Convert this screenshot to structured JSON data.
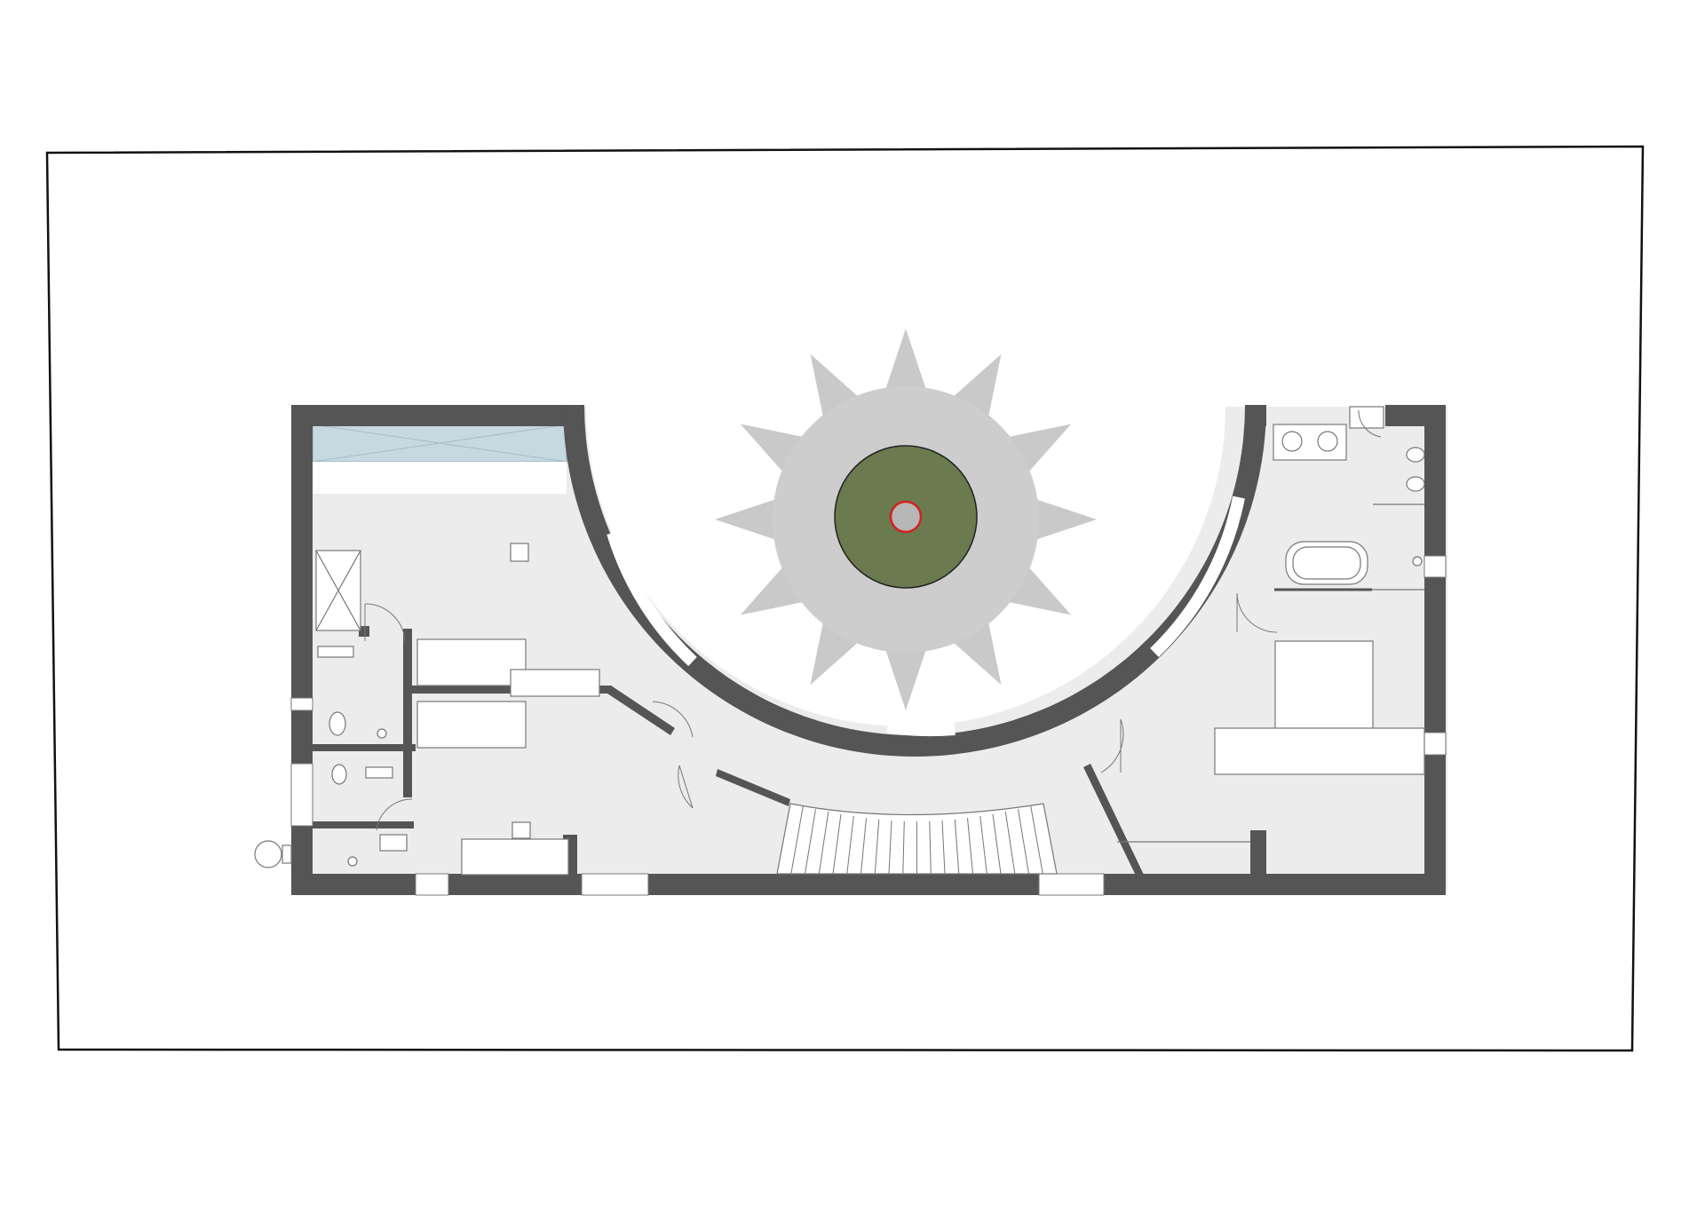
{
  "plan": {
    "colors": {
      "wall": "#555555",
      "floor": "#ececec",
      "tree_canopy": "#c9c9c9",
      "tree_disc": "#6b7a4f",
      "trunk_ring": "#d62020",
      "pool": "#c6d8e0",
      "site_line": "#111111"
    },
    "elements": {
      "site_boundary": "site-boundary",
      "building": "building-outline",
      "courtyard": "semicircular-courtyard",
      "tree": "courtyard-tree",
      "stair": "curved-staircase",
      "pool": "pool",
      "bathtub": "bathtub"
    }
  }
}
